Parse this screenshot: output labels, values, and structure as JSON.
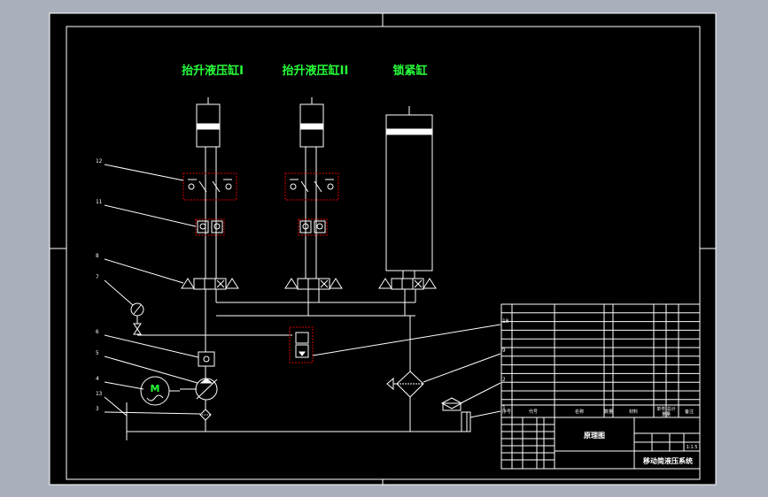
{
  "colors": {
    "background": "#a9b0bc",
    "sheet": "#000000",
    "line": "#ffffff",
    "accent": "#26ff3a",
    "highlight": "#e00000"
  },
  "titles": {
    "cyl1": "抬升液压缸I",
    "cyl2": "抬升液压缸II",
    "cyl3": "锁紧缸"
  },
  "callouts": {
    "n12": "12",
    "n11": "11",
    "n8": "8",
    "n7": "7",
    "n6": "6",
    "n5": "5",
    "n4": "4",
    "n3": "3",
    "n13": "13",
    "n10": "10",
    "n9": "9",
    "n2": "2",
    "n1": "1"
  },
  "motor_label": "M",
  "parts_headers": {
    "seq": "序号",
    "code": "代号",
    "name": "名称",
    "qty": "数量",
    "material": "材料",
    "single_total": "单件 总计",
    "weight": "重量",
    "remarks": "备注"
  },
  "block": {
    "drawing_name": "原理图",
    "system_name": "移动简液压系统",
    "scale": "1:1.5"
  }
}
